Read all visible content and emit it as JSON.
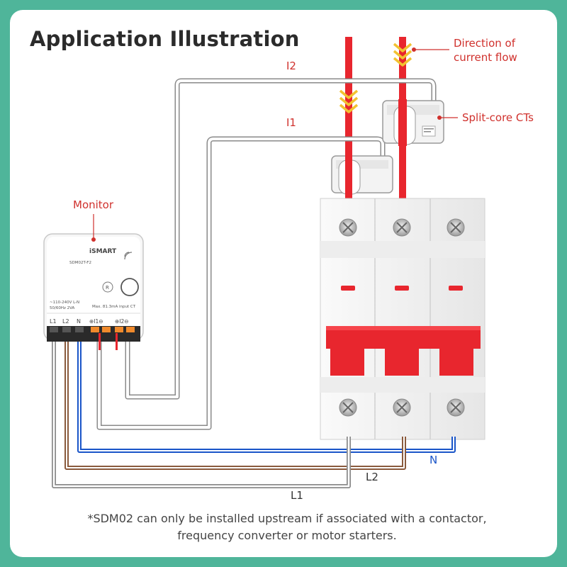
{
  "title": "Application Illustration",
  "labels": {
    "direction": [
      "Direction of",
      "current flow"
    ],
    "split_core": "Split-core CTs",
    "monitor": "Monitor",
    "i1": "I1",
    "i2": "I2",
    "l1": "L1",
    "l2": "L2",
    "n": "N"
  },
  "device": {
    "brand": "iSMART",
    "model": "SDM02T-F2",
    "spec_left": [
      "~110-240V L-N",
      "50/60Hz 2VA"
    ],
    "spec_right": "Max. 81.3mA input CT",
    "terminals": [
      "L1",
      "L2",
      "N",
      "⊕I1⊖",
      "⊕I2⊖"
    ],
    "reset": "R"
  },
  "footnote": [
    "*SDM02 can only be installed upstream if associated with a contactor,",
    "frequency converter or motor starters."
  ],
  "colors": {
    "background": "#4fb59a",
    "accent_red": "#e8262e",
    "neutral_blue": "#1a55c8",
    "l2_brown": "#8a5a3c",
    "wire_grey": "#8a8a8a",
    "chevron_yellow": "#f2c230"
  }
}
